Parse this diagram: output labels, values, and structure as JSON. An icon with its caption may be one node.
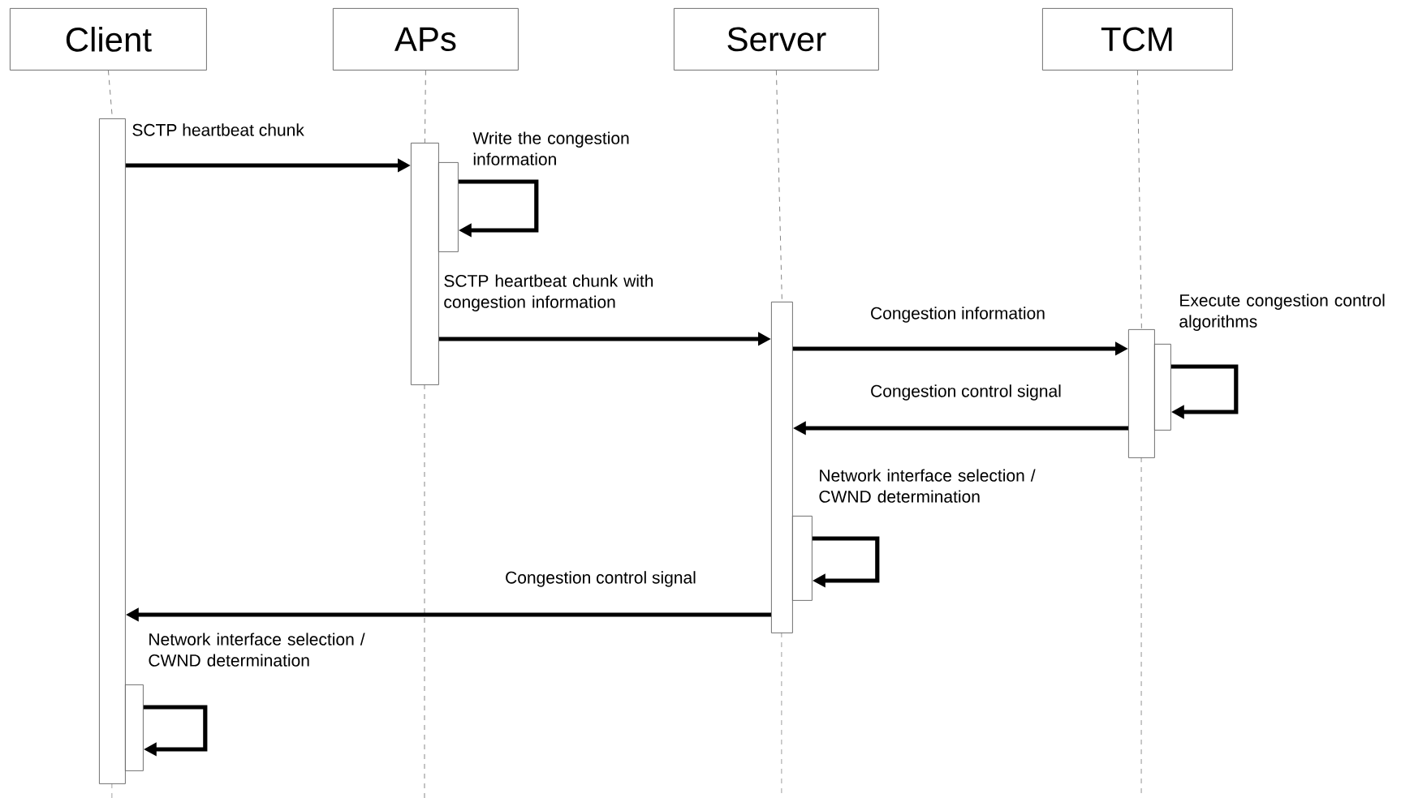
{
  "diagram": {
    "nodes": [
      {
        "text": [
          "Client"
        ]
      },
      {
        "text": [
          "APs"
        ]
      },
      {
        "text": [
          "Server"
        ]
      },
      {
        "text": [
          "TCM"
        ]
      },
      {
        "text": [],
        "shape": "bar"
      },
      {
        "text": [],
        "shape": "bar"
      },
      {
        "text": [],
        "shape": "bar"
      },
      {
        "text": [],
        "shape": "bar"
      },
      {
        "text": [],
        "shape": "bar"
      },
      {
        "text": [],
        "shape": "bar"
      },
      {
        "text": [],
        "shape": "bar"
      },
      {
        "text": [],
        "shape": "bar"
      }
    ],
    "edges": [
      {
        "from": 0,
        "to": 4,
        "arrow": "none",
        "style": "dashed",
        "color": "#666666"
      },
      {
        "from": 1,
        "to": 5,
        "arrow": "none",
        "style": "dashed",
        "color": "#666666"
      },
      {
        "from": 2,
        "to": 7,
        "arrow": "none",
        "style": "dashed",
        "color": "#666666"
      },
      {
        "from": 3,
        "to": 8,
        "arrow": "none",
        "style": "dashed",
        "color": "#666666"
      },
      {
        "from": 4,
        "to": 5,
        "arrow": "to",
        "label": "SCTP heartbeat chunk"
      },
      {
        "from": 6,
        "to": 6,
        "arrow": "to",
        "label": "Write the congestion information"
      },
      {
        "from": 5,
        "to": 7,
        "arrow": "to",
        "label": "SCTP heartbeat chunk with congestion information"
      },
      {
        "from": 7,
        "to": 8,
        "arrow": "to",
        "label": "Congestion information"
      },
      {
        "from": 9,
        "to": 9,
        "arrow": "to",
        "label": "Execute congestion control algorithms"
      },
      {
        "from": 8,
        "to": 7,
        "arrow": "to",
        "label": "Congestion control signal"
      },
      {
        "from": 10,
        "to": 10,
        "arrow": "to",
        "label": "Network interface selection / CWND determination"
      },
      {
        "from": 7,
        "to": 4,
        "arrow": "to",
        "label": "Congestion control signal"
      },
      {
        "from": 11,
        "to": 11,
        "arrow": "to",
        "label": "Network interface selection / CWND determination"
      }
    ]
  }
}
